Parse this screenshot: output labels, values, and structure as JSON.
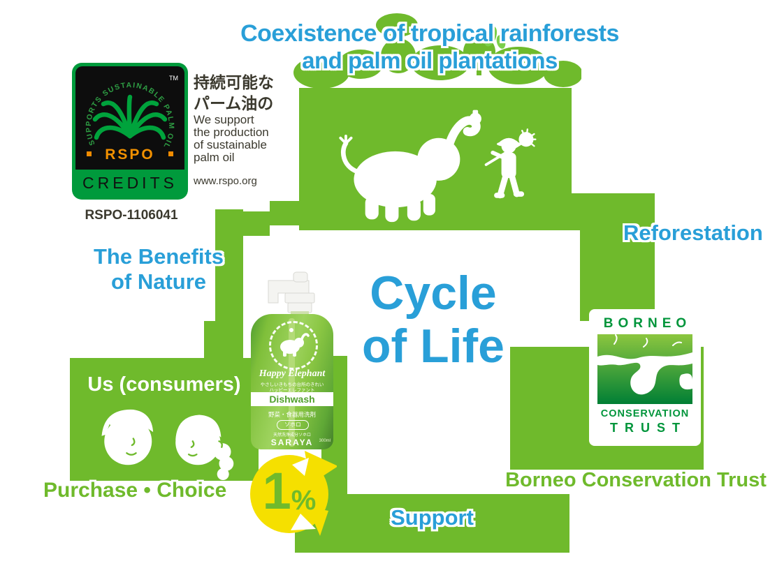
{
  "title": {
    "line1": "Coexistence of tropical rainforests",
    "line2": "and palm oil plantations"
  },
  "rspo": {
    "arc": "SUPPORTS SUSTAINABLE PALM OIL",
    "tm": "TM",
    "wordmark": "RSPO",
    "band": "CREDITS",
    "cert_id": "RSPO-1106041",
    "jp1": "持続可能な",
    "jp2": "パーム油の",
    "en1": "We support",
    "en2": "the production",
    "en3": "of sustainable",
    "en4": "palm oil",
    "url": "www.rspo.org"
  },
  "nodes": {
    "benefits1": "The Benefits",
    "benefits2": "of Nature",
    "reforestation": "Reforestation",
    "center1": "Cycle",
    "center2": "of Life",
    "us": "Us (consumers)",
    "purchase": "Purchase • Choice",
    "support": "Support",
    "bct_caption": "Borneo Conservation Trust",
    "percent_value": "1",
    "percent_sign": "%"
  },
  "bct": {
    "line1": "BORNEO",
    "line2": "CONSERVATION",
    "line3": "TRUST"
  },
  "product": {
    "name": "Happy Elephant",
    "tagline": "やさしいきもちの台所のきれい",
    "subname": "ハッピーエレファント",
    "category": "Dishwash",
    "type": "野菜・食器用洗剤",
    "badge": "ソホロ",
    "note": "天然洗浄成分ソホロ",
    "brand": "SARAYA",
    "volume": "300ml"
  },
  "colors": {
    "green": "#6fba2c",
    "blue": "#299fd8",
    "yellow": "#f5e000",
    "orange": "#f08b00",
    "dark": "#3b392e",
    "bct_green": "#00953b"
  }
}
